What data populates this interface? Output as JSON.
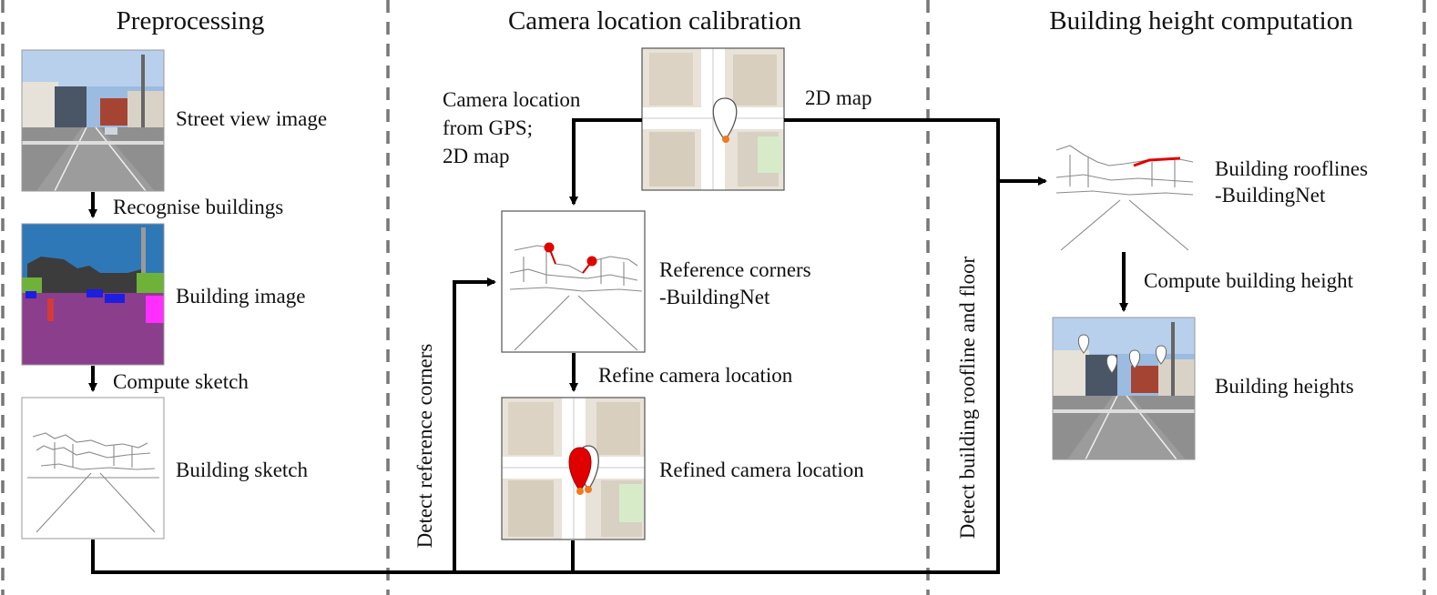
{
  "sections": {
    "preprocessing": "Preprocessing",
    "calibration": "Camera location calibration",
    "height": "Building height computation"
  },
  "preprocessing": {
    "street_view": "Street view image",
    "recognise": "Recognise buildings",
    "building_image": "Building image",
    "compute_sketch": "Compute sketch",
    "building_sketch": "Building sketch"
  },
  "calibration": {
    "gps_line1": "Camera location",
    "gps_line2": "from GPS;",
    "gps_line3": "2D map",
    "map_label": "2D map",
    "ref_line1": "Reference corners",
    "ref_line2": "-BuildingNet",
    "refine": "Refine camera location",
    "refined": "Refined camera location",
    "detect_corners": "Detect reference corners"
  },
  "height": {
    "detect_roofline": "Detect building roofline and floor",
    "roof_line1": "Building rooflines",
    "roof_line2": "-BuildingNet",
    "compute_height": "Compute building height",
    "heights": "Building heights"
  },
  "colors": {
    "divider": "#777777",
    "arrow": "#000000",
    "sky": "#8fb3d9",
    "seg_sky": "#2f78b8",
    "seg_building": "#3c3c3c",
    "seg_road": "#8a3e8c",
    "seg_veg": "#6fb23a",
    "map_bg": "#e8e2d8",
    "marker_red": "#e00000"
  }
}
